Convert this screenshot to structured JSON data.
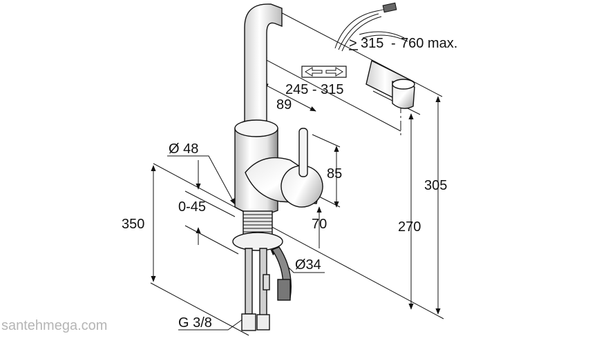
{
  "dimensions": {
    "reach_max": "315",
    "reach_sep": "-",
    "reach_max2": "760 max.",
    "reach_ge_symbol": ">",
    "spout_range": "245 - 315",
    "spout_offset": "89",
    "diameter_body": "Ø 48",
    "lever_height": "85",
    "total_height": "350",
    "clearance": "0-45",
    "base_height": "70",
    "hole_diameter": "Ø34",
    "outlet_height": "270",
    "spout_height": "305",
    "thread": "G 3/8"
  },
  "watermark": "santehmega.com",
  "colors": {
    "line": "#111111",
    "body_light": "#f2f2f2",
    "body_shade": "#9a9a9a",
    "watermark": "#b5b5b5"
  }
}
